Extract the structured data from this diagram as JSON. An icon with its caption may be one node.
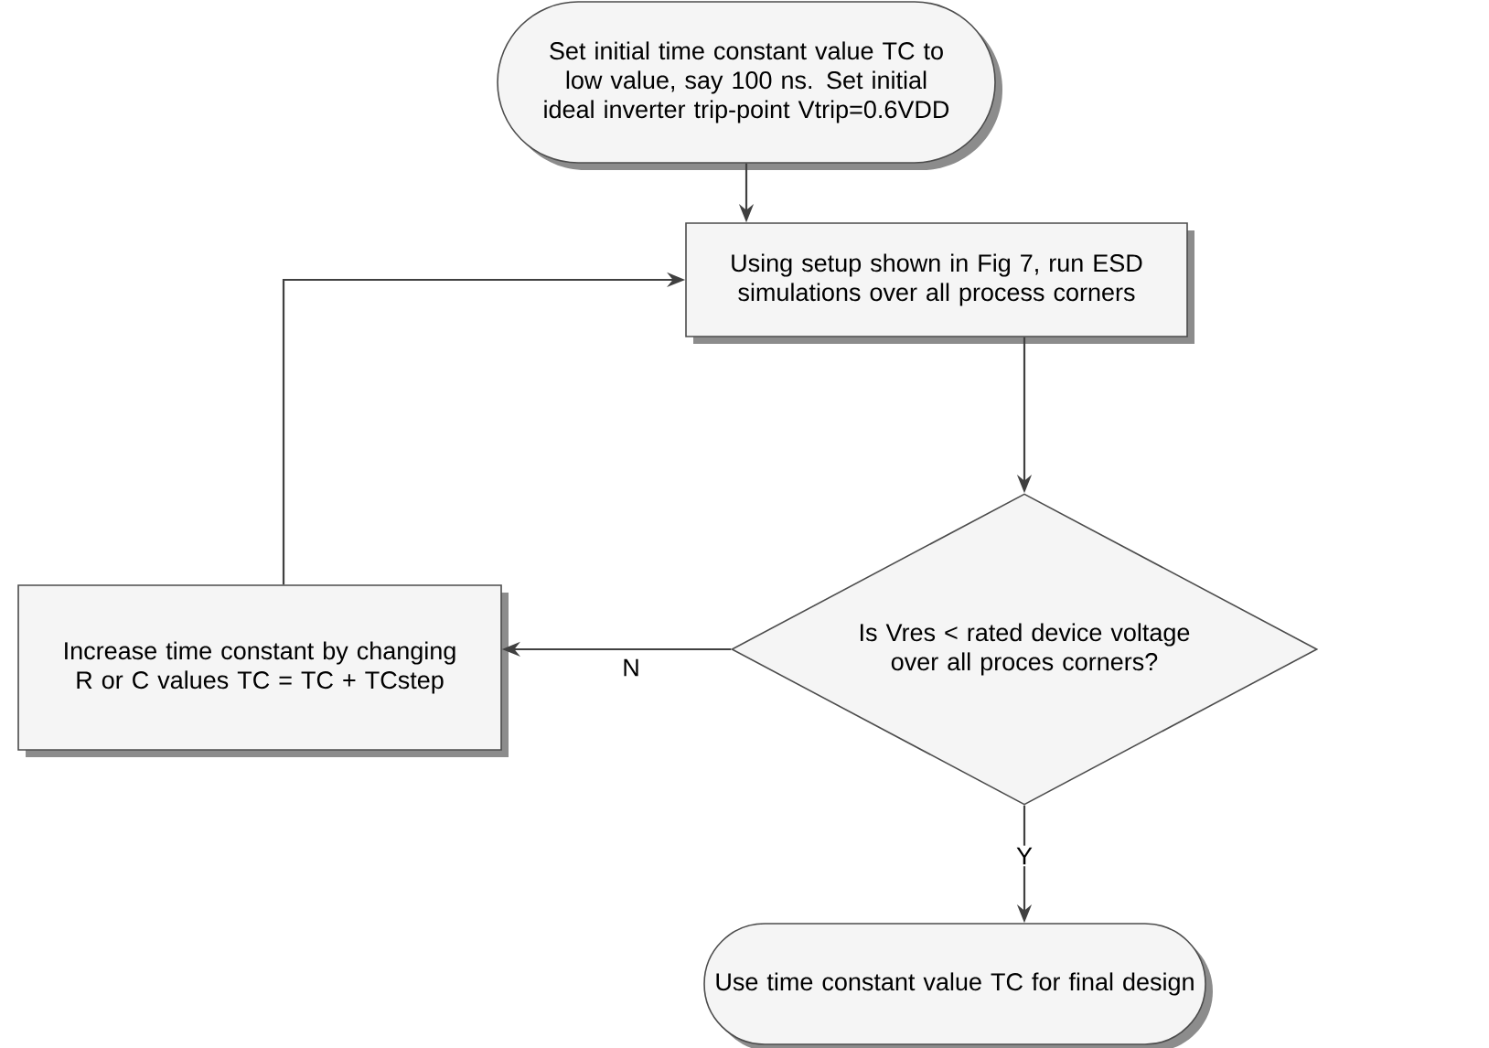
{
  "diagram": {
    "nodes": [
      {
        "text": [
          "Set initial time constant value TC to low value, say 100 ns. Set initial ideal inverter trip-point Vtrip=0.6VDD"
        ]
      },
      {
        "text": [
          "Using setup shown in Fig 7, run ESD simulations over all process corners"
        ]
      },
      {
        "text": [
          "Is Vres < rated device voltage over all proces corners?"
        ]
      },
      {
        "text": [
          "Increase time constant by changing R or C values TC = TC + TCstep"
        ]
      },
      {
        "text": [
          "Use time constant value TC for final design"
        ]
      }
    ],
    "edges": [
      {
        "from": 0,
        "to": 1,
        "arrow": "to"
      },
      {
        "from": 1,
        "to": 2,
        "arrow": "to"
      },
      {
        "from": 2,
        "to": 3,
        "arrow": "to",
        "label": "N"
      },
      {
        "from": 2,
        "to": 4,
        "arrow": "to",
        "label": "Y"
      },
      {
        "from": 3,
        "to": 1,
        "arrow": "to"
      }
    ]
  }
}
